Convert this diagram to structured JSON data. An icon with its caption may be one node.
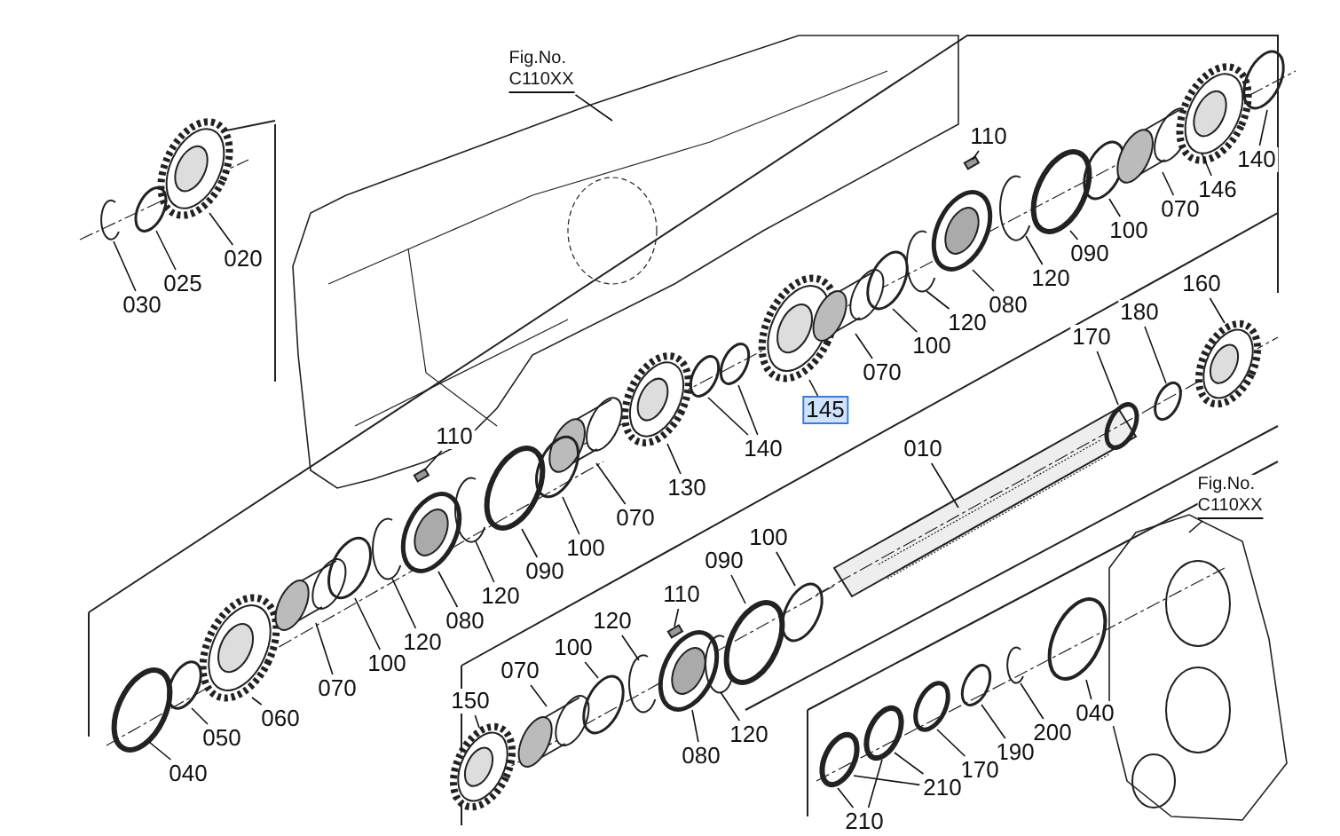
{
  "diagram": {
    "nodes": [
      {
        "text": [
          "Fig.No.",
          "C110XX"
        ]
      },
      {
        "text": [
          "020"
        ]
      },
      {
        "text": [
          "025"
        ]
      },
      {
        "text": [
          "030"
        ]
      },
      {
        "text": [
          "110"
        ]
      },
      {
        "text": [
          "140"
        ]
      },
      {
        "text": [
          "146"
        ]
      },
      {
        "text": [
          "070"
        ]
      },
      {
        "text": [
          "100"
        ]
      },
      {
        "text": [
          "090"
        ]
      },
      {
        "text": [
          "120"
        ]
      },
      {
        "text": [
          "080"
        ]
      },
      {
        "text": [
          "120"
        ]
      },
      {
        "text": [
          "100"
        ]
      },
      {
        "text": [
          "070"
        ]
      },
      {
        "text": [
          "145"
        ]
      },
      {
        "text": [
          "140"
        ]
      },
      {
        "text": [
          "130"
        ]
      },
      {
        "text": [
          "070"
        ]
      },
      {
        "text": [
          "100"
        ]
      },
      {
        "text": [
          "090"
        ]
      },
      {
        "text": [
          "120"
        ]
      },
      {
        "text": [
          "110"
        ]
      },
      {
        "text": [
          "080"
        ]
      },
      {
        "text": [
          "120"
        ]
      },
      {
        "text": [
          "100"
        ]
      },
      {
        "text": [
          "070"
        ]
      },
      {
        "text": [
          "060"
        ]
      },
      {
        "text": [
          "050"
        ]
      },
      {
        "text": [
          "040"
        ]
      },
      {
        "text": [
          "010"
        ]
      },
      {
        "text": [
          "160"
        ]
      },
      {
        "text": [
          "180"
        ]
      },
      {
        "text": [
          "170"
        ]
      },
      {
        "text": [
          "100"
        ]
      },
      {
        "text": [
          "090"
        ]
      },
      {
        "text": [
          "120"
        ]
      },
      {
        "text": [
          "110"
        ]
      },
      {
        "text": [
          "070"
        ]
      },
      {
        "text": [
          "100"
        ]
      },
      {
        "text": [
          "150"
        ]
      },
      {
        "text": [
          "Fig.No.",
          "C110XX"
        ]
      },
      {
        "text": [
          "120"
        ]
      },
      {
        "text": [
          "080"
        ]
      },
      {
        "text": [
          "040"
        ]
      },
      {
        "text": [
          "200"
        ]
      },
      {
        "text": [
          "190"
        ]
      },
      {
        "text": [
          "170"
        ]
      },
      {
        "text": [
          "210"
        ]
      },
      {
        "text": [
          "210"
        ]
      }
    ],
    "edges": [
      {
        "from": 0,
        "to": null,
        "arrow": "none"
      },
      {
        "from": 1,
        "to": null,
        "arrow": "none"
      },
      {
        "from": 2,
        "to": null,
        "arrow": "none"
      },
      {
        "from": 3,
        "to": null,
        "arrow": "none"
      },
      {
        "from": 4,
        "to": null,
        "arrow": "none"
      },
      {
        "from": 5,
        "to": null,
        "arrow": "none"
      },
      {
        "from": 6,
        "to": null,
        "arrow": "none"
      },
      {
        "from": 7,
        "to": null,
        "arrow": "none"
      },
      {
        "from": 8,
        "to": null,
        "arrow": "none"
      },
      {
        "from": 9,
        "to": null,
        "arrow": "none"
      },
      {
        "from": 10,
        "to": null,
        "arrow": "none"
      },
      {
        "from": 11,
        "to": null,
        "arrow": "none"
      },
      {
        "from": 12,
        "to": null,
        "arrow": "none"
      },
      {
        "from": 13,
        "to": null,
        "arrow": "none"
      },
      {
        "from": 14,
        "to": null,
        "arrow": "none"
      },
      {
        "from": 15,
        "to": null,
        "arrow": "none"
      },
      {
        "from": 16,
        "to": null,
        "arrow": "none"
      },
      {
        "from": 16,
        "to": null,
        "arrow": "none"
      },
      {
        "from": 17,
        "to": null,
        "arrow": "none"
      },
      {
        "from": 18,
        "to": null,
        "arrow": "none"
      },
      {
        "from": 19,
        "to": null,
        "arrow": "none"
      },
      {
        "from": 20,
        "to": null,
        "arrow": "none"
      },
      {
        "from": 21,
        "to": null,
        "arrow": "none"
      },
      {
        "from": 22,
        "to": null,
        "arrow": "none"
      },
      {
        "from": 23,
        "to": null,
        "arrow": "none"
      },
      {
        "from": 24,
        "to": null,
        "arrow": "none"
      },
      {
        "from": 25,
        "to": null,
        "arrow": "none"
      },
      {
        "from": 26,
        "to": null,
        "arrow": "none"
      },
      {
        "from": 27,
        "to": null,
        "arrow": "none"
      },
      {
        "from": 28,
        "to": null,
        "arrow": "none"
      },
      {
        "from": 29,
        "to": null,
        "arrow": "none"
      },
      {
        "from": 30,
        "to": null,
        "arrow": "none"
      },
      {
        "from": 31,
        "to": null,
        "arrow": "none"
      },
      {
        "from": 32,
        "to": null,
        "arrow": "none"
      },
      {
        "from": 33,
        "to": null,
        "arrow": "none"
      },
      {
        "from": 34,
        "to": null,
        "arrow": "none"
      },
      {
        "from": 35,
        "to": null,
        "arrow": "none"
      },
      {
        "from": 36,
        "to": null,
        "arrow": "none"
      },
      {
        "from": 37,
        "to": null,
        "arrow": "none"
      },
      {
        "from": 38,
        "to": null,
        "arrow": "none"
      },
      {
        "from": 39,
        "to": null,
        "arrow": "none"
      },
      {
        "from": 40,
        "to": null,
        "arrow": "none"
      },
      {
        "from": 41,
        "to": null,
        "arrow": "none"
      },
      {
        "from": 42,
        "to": null,
        "arrow": "none"
      },
      {
        "from": 43,
        "to": null,
        "arrow": "none"
      },
      {
        "from": 44,
        "to": null,
        "arrow": "none"
      },
      {
        "from": 45,
        "to": null,
        "arrow": "none"
      },
      {
        "from": 46,
        "to": null,
        "arrow": "none"
      },
      {
        "from": 47,
        "to": null,
        "arrow": "none"
      },
      {
        "from": 48,
        "to": null,
        "arrow": "none"
      },
      {
        "from": 48,
        "to": null,
        "arrow": "none"
      },
      {
        "from": 49,
        "to": null,
        "arrow": "none"
      },
      {
        "from": 49,
        "to": null,
        "arrow": "none"
      }
    ]
  }
}
